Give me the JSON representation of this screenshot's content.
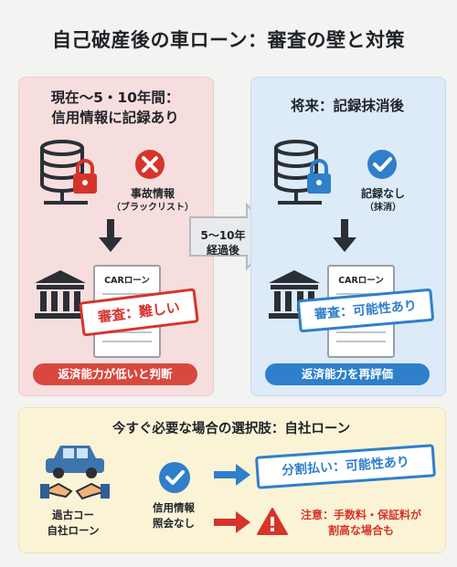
{
  "title": "自己破産後の車ローン：審査の壁と対策",
  "left_panel": {
    "title_line1": "現在〜5・10年間：",
    "title_line2": "信用情報に記録あり",
    "record_label": "事故情報",
    "record_sub": "（ブラックリスト）",
    "doc_title": "CARローン",
    "stamp": "審査：難しい",
    "footer": "返済能力が低いと判断"
  },
  "middle": {
    "label_line1": "5〜10年",
    "label_line2": "経過後"
  },
  "right_panel": {
    "title": "将来：記録抹消後",
    "record_label": "記録なし",
    "record_sub": "（抹消）",
    "doc_title": "CARローン",
    "stamp": "審査：可能性あり",
    "footer": "返済能力を再評価"
  },
  "bottom_panel": {
    "title": "今すぐ必要な場合の選択肢：自社ローン",
    "dealer_line1": "過古コー",
    "dealer_line2": "自社ローン",
    "credit_line1": "信用情報",
    "credit_line2": "照会なし",
    "stamp": "分割払い：可能性あり",
    "warning_line1": "注意：手数料・保証料が",
    "warning_line2": "割高な場合も"
  },
  "colors": {
    "red": "#d6342b",
    "blue": "#2f7fcb",
    "pink_bg": "#f7dede",
    "blue_bg": "#dcebf7",
    "yellow_bg": "#faf3d6"
  }
}
